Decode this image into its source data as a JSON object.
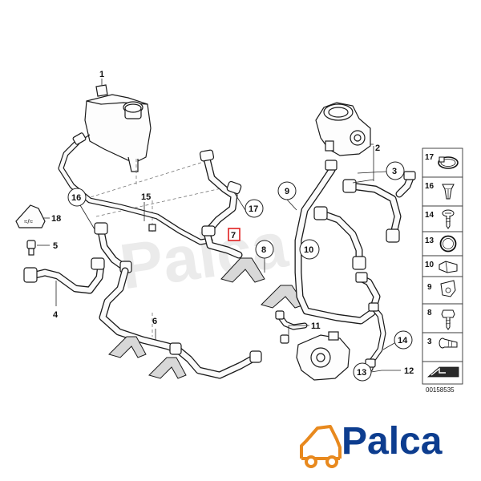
{
  "callouts": {
    "c1": "1",
    "c2": "2",
    "c3": "3",
    "c4": "4",
    "c5": "5",
    "c6": "6",
    "c7": "7",
    "c8": "8",
    "c9": "9",
    "c10": "10",
    "c11": "11",
    "c12": "12",
    "c13": "13",
    "c14": "14",
    "c15": "15",
    "c16": "16",
    "c17": "17",
    "c18": "18"
  },
  "legend": {
    "items": [
      {
        "number": "17",
        "icon": "hose-clamp-icon"
      },
      {
        "number": "16",
        "icon": "expanding-rivet-icon"
      },
      {
        "number": "14",
        "icon": "screw-icon"
      },
      {
        "number": "13",
        "icon": "o-ring-icon"
      },
      {
        "number": "10",
        "icon": "clip-icon"
      },
      {
        "number": "9",
        "icon": "hose-clip-icon"
      },
      {
        "number": "8",
        "icon": "hex-screw-icon"
      },
      {
        "number": "3",
        "icon": "bolt-icon"
      }
    ]
  },
  "diagram_id": "00158535",
  "brand": {
    "name": "Palca",
    "color": "#0d3d8f",
    "accent": "#e8891e"
  },
  "colors": {
    "highlight": "#e02020",
    "line": "#1a1a1a"
  }
}
